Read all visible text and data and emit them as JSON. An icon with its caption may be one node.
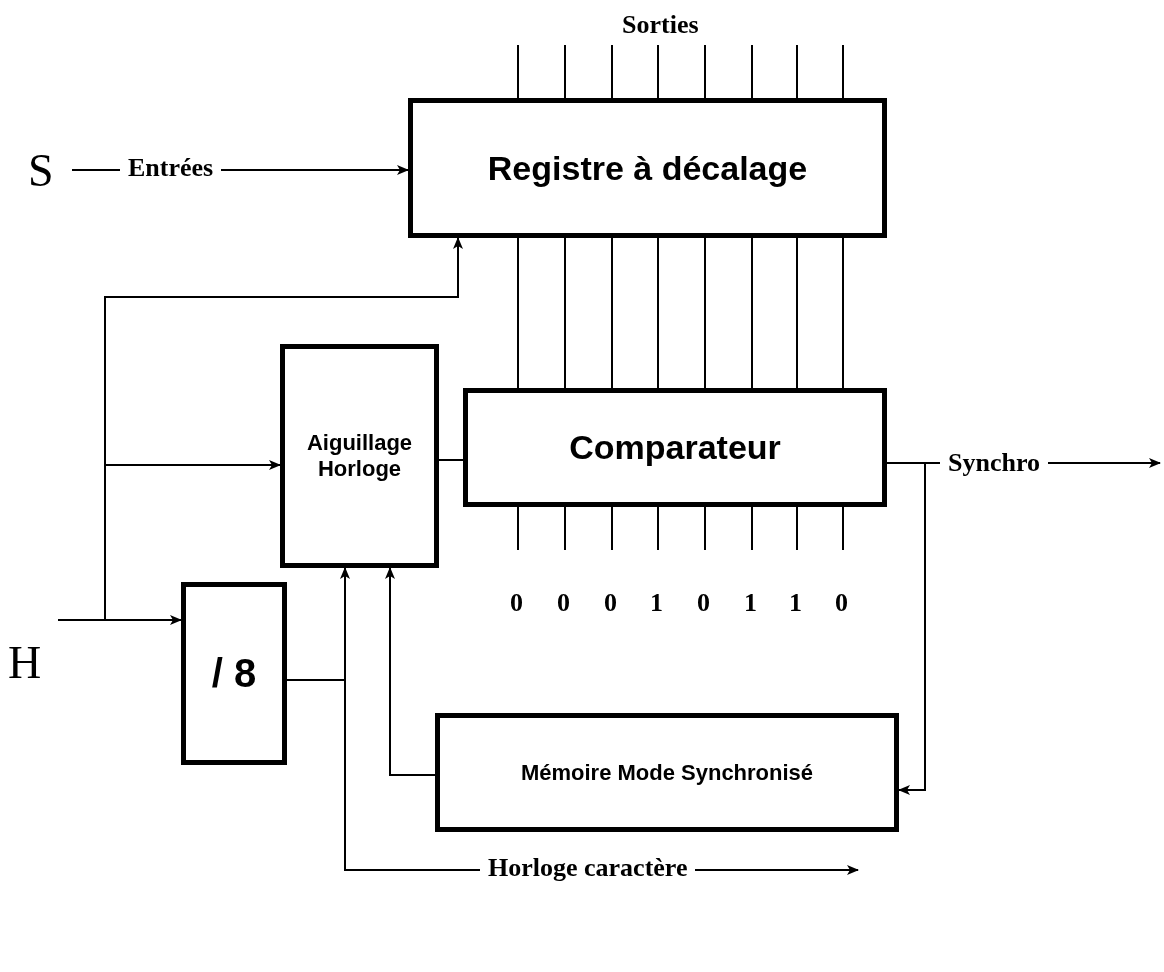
{
  "diagram": {
    "nodes": [
      {
        "text": [
          "S"
        ]
      },
      {
        "text": [
          "Registre à décalage"
        ]
      },
      {
        "text": [
          "Aiguillage Horloge"
        ]
      },
      {
        "text": [
          "Comparateur"
        ]
      },
      {
        "text": [
          "/ 8"
        ]
      },
      {
        "text": [
          "Mémoire Mode Synchronisé"
        ]
      },
      {
        "text": [
          "H"
        ]
      }
    ],
    "edges": [
      {
        "from": 0,
        "to": 1,
        "arrow": "to",
        "label": "Entrées"
      },
      {
        "from": 6,
        "to": 4,
        "arrow": "to"
      },
      {
        "from": 6,
        "to": 1,
        "arrow": "to"
      },
      {
        "from": 6,
        "to": 2,
        "arrow": "to"
      },
      {
        "from": 2,
        "to": 3,
        "arrow": "none"
      },
      {
        "from": 1,
        "to": 3,
        "arrow": "none"
      },
      {
        "from": 1,
        "to": 3,
        "arrow": "none"
      },
      {
        "from": 1,
        "to": 3,
        "arrow": "none"
      },
      {
        "from": 1,
        "to": 3,
        "arrow": "none"
      },
      {
        "from": 1,
        "to": 3,
        "arrow": "none"
      },
      {
        "from": 1,
        "to": 3,
        "arrow": "none"
      },
      {
        "from": 1,
        "to": 3,
        "arrow": "none"
      },
      {
        "from": 1,
        "to": 3,
        "arrow": "none"
      },
      {
        "from": 1,
        "to": null,
        "arrow": "none"
      },
      {
        "from": 1,
        "to": null,
        "arrow": "none"
      },
      {
        "from": 1,
        "to": null,
        "arrow": "none"
      },
      {
        "from": 1,
        "to": null,
        "arrow": "none"
      },
      {
        "from": 1,
        "to": null,
        "arrow": "none"
      },
      {
        "from": 1,
        "to": null,
        "arrow": "none"
      },
      {
        "from": 1,
        "to": null,
        "arrow": "none"
      },
      {
        "from": 1,
        "to": null,
        "arrow": "none"
      },
      {
        "from": 3,
        "to": null,
        "arrow": "none"
      },
      {
        "from": 3,
        "to": null,
        "arrow": "none"
      },
      {
        "from": 3,
        "to": null,
        "arrow": "none"
      },
      {
        "from": 3,
        "to": null,
        "arrow": "none"
      },
      {
        "from": 3,
        "to": null,
        "arrow": "none"
      },
      {
        "from": 3,
        "to": null,
        "arrow": "none"
      },
      {
        "from": 3,
        "to": null,
        "arrow": "none"
      },
      {
        "from": 3,
        "to": null,
        "arrow": "none"
      },
      {
        "from": 3,
        "to": null,
        "arrow": "to",
        "label": "Synchro"
      },
      {
        "from": 3,
        "to": 5,
        "arrow": "to"
      },
      {
        "from": 4,
        "to": 2,
        "arrow": "to"
      },
      {
        "from": 4,
        "to": null,
        "arrow": "to",
        "label": "Horloge caractère"
      },
      {
        "from": 5,
        "to": 2,
        "arrow": "to"
      }
    ],
    "labels": [
      "Sorties",
      "0",
      "0",
      "0",
      "1",
      "0",
      "1",
      "1",
      "0"
    ]
  }
}
